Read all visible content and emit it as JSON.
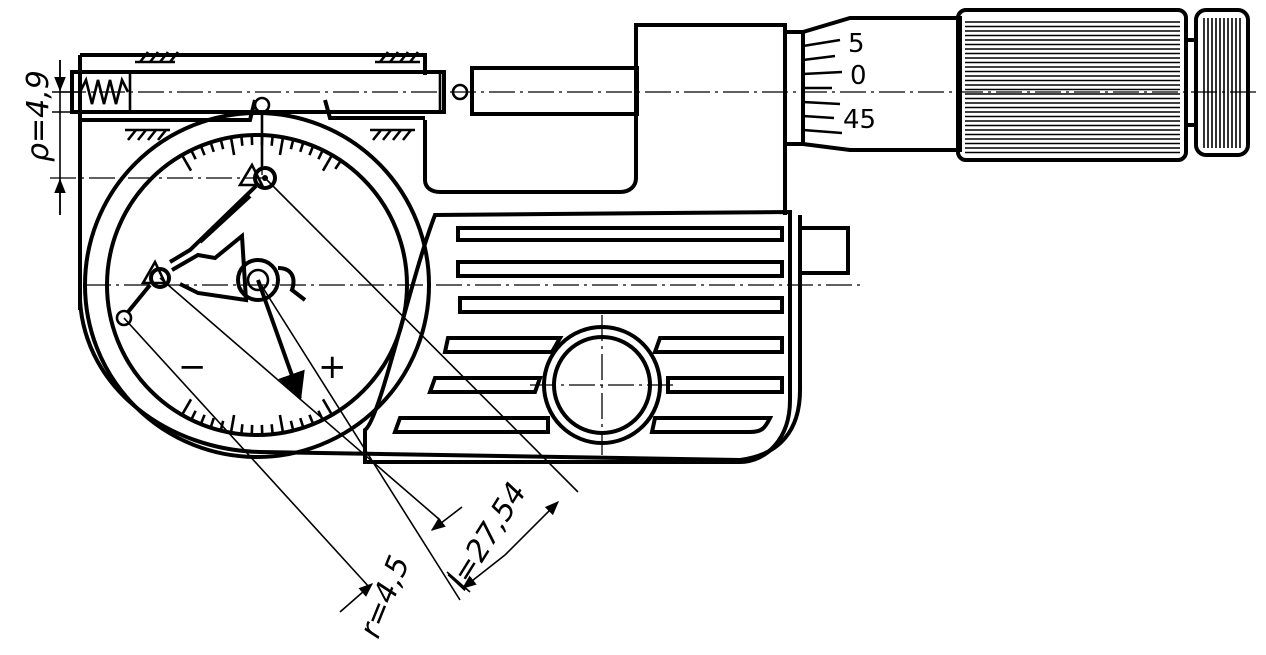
{
  "drawing": {
    "scale_labels": {
      "top": "5",
      "zero": "0",
      "bottom": "45"
    },
    "signs": {
      "minus": "−",
      "plus": "+"
    },
    "dimensions": {
      "rho": "ρ=4,9",
      "r": "r=4,5",
      "l": "l=27,54"
    }
  },
  "colors": {
    "ink": "#000000",
    "paper": "#ffffff"
  }
}
